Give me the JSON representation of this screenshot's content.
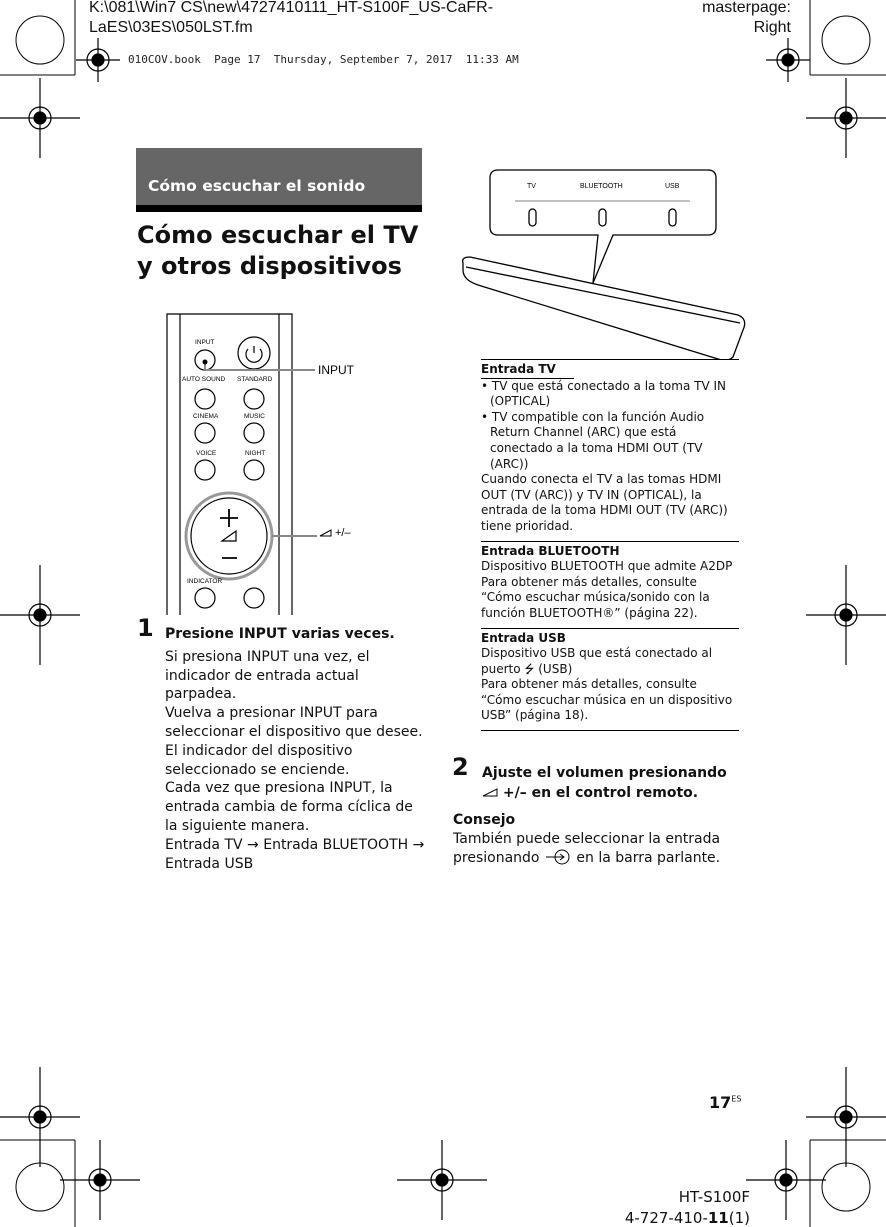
{
  "header": {
    "path_line1": "K:\\081\\Win7 CS\\new\\4727410111_HT-S100F_US-CaFR-",
    "path_line2": "LaES\\03ES\\050LST.fm",
    "masterpage_line1": "masterpage:",
    "masterpage_line2": "Right",
    "book_line": "010COV.book  Page 17  Thursday, September 7, 2017  11:33 AM"
  },
  "section": {
    "label": "Cómo escuchar el sonido",
    "title": "Cómo escuchar el TV y otros dispositivos"
  },
  "remote": {
    "buttons": [
      "INPUT",
      "AUTO SOUND",
      "STANDARD",
      "CINEMA",
      "MUSIC",
      "VOICE",
      "NIGHT",
      "INDICATOR"
    ],
    "callout_input": "INPUT",
    "callout_volume": "+/–"
  },
  "soundbar": {
    "indicators": [
      "TV",
      "BLUETOOTH",
      "USB"
    ]
  },
  "step1": {
    "num": "1",
    "heading": "Presione INPUT varias veces.",
    "lines": [
      "Si presiona INPUT una vez, el indicador de entrada actual parpadea.",
      "Vuelva a presionar INPUT para seleccionar el dispositivo que desee.",
      "El indicador del dispositivo seleccionado se enciende.",
      "Cada vez que presiona INPUT, la entrada cambia de forma cíclica de la siguiente manera.",
      "Entrada TV → Entrada BLUETOOTH → Entrada USB"
    ]
  },
  "table": {
    "tv": {
      "heading": "Entrada TV",
      "bullets": [
        "TV que está conectado a la toma TV IN (OPTICAL)",
        "TV compatible con la función Audio Return Channel (ARC) que está conectado a la toma HDMI OUT (TV (ARC))"
      ],
      "note": "Cuando conecta el TV a las tomas HDMI OUT (TV (ARC)) y TV IN (OPTICAL), la entrada de la toma HDMI OUT (TV (ARC)) tiene prioridad."
    },
    "bt": {
      "heading": "Entrada BLUETOOTH",
      "text": "Dispositivo BLUETOOTH que admite A2DP",
      "ref": "Para obtener más detalles, consulte “Cómo escuchar música/sonido con la función BLUETOOTH®” (página 22)."
    },
    "usb": {
      "heading": "Entrada USB",
      "text_a": "Dispositivo USB que está conectado al puerto",
      "text_b": "(USB)",
      "ref": "Para obtener más detalles, consulte “Cómo escuchar música en un dispositivo USB” (página 18)."
    }
  },
  "step2": {
    "num": "2",
    "heading_a": "Ajuste el volumen presionando",
    "heading_b": "+/– en el control remoto."
  },
  "tip": {
    "heading": "Consejo",
    "text_a": "También puede seleccionar la entrada presionando",
    "text_b": "en la barra parlante."
  },
  "page_number": {
    "num": "17",
    "suffix": "ES"
  },
  "footer": {
    "model": "HT-S100F",
    "code_a": "4-727-410-",
    "code_b": "11",
    "code_c": "(1)"
  }
}
